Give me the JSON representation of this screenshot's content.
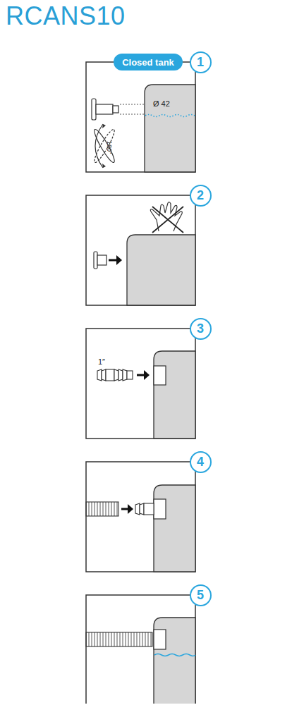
{
  "diagram": {
    "title": "RCANS10",
    "nodes": [
      {
        "text": [
          "Closed tank"
        ]
      },
      {
        "text": [
          "1"
        ]
      },
      {
        "text": [
          "2"
        ]
      },
      {
        "text": [
          "3"
        ]
      },
      {
        "text": [
          "4"
        ]
      },
      {
        "text": [
          "5"
        ]
      }
    ],
    "labels": [
      "Ø 42",
      "180°",
      "1″"
    ]
  }
}
